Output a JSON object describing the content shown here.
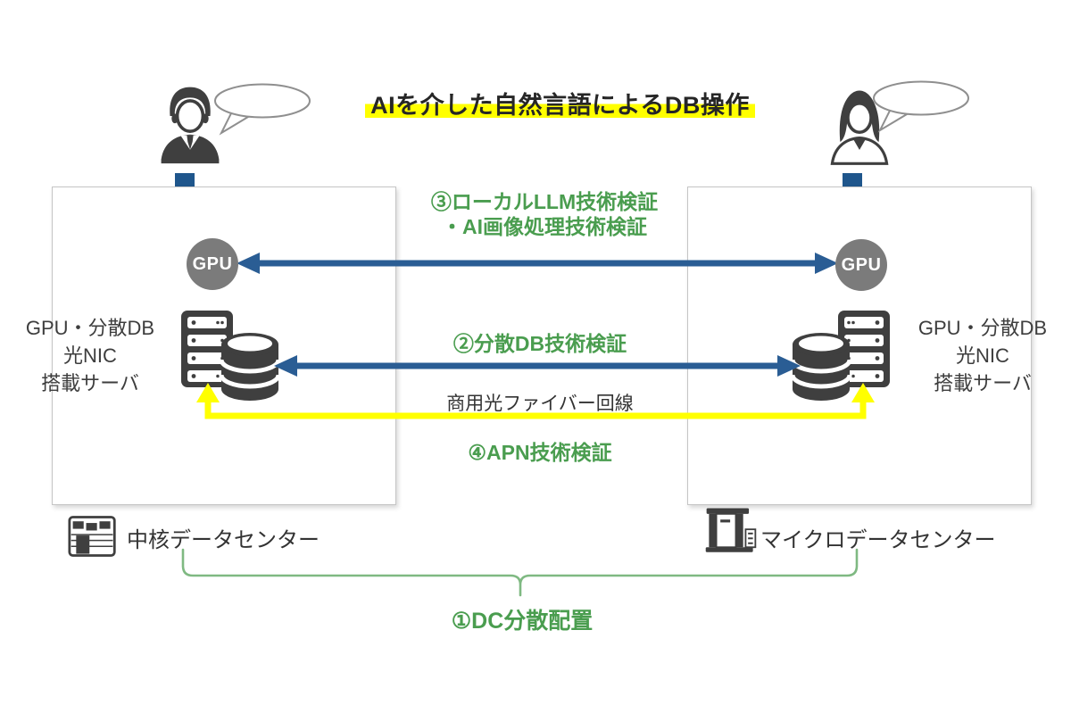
{
  "title": "AIを介した自然言語によるDB操作",
  "annotations": {
    "verification3_line1": "③ローカルLLM技術検証",
    "verification3_line2": "・AI画像処理技術検証",
    "verification2": "②分散DB技術検証",
    "fiber_line": "商用光ファイバー回線",
    "verification4": "④APN技術検証",
    "verification1": "①DC分散配置"
  },
  "left_site": {
    "gpu_badge": "GPU",
    "server_label_line1": "GPU・分散DB",
    "server_label_line2": "光NIC",
    "server_label_line3": "搭載サーバ",
    "datacenter_label": "中核データセンター"
  },
  "right_site": {
    "gpu_badge": "GPU",
    "server_label_line1": "GPU・分散DB",
    "server_label_line2": "光NIC",
    "server_label_line3": "搭載サーバ",
    "datacenter_label": "マイクロデータセンター"
  },
  "colors": {
    "green_text": "#4a9d4f",
    "brace_green": "#7fb982",
    "arrow_blue": "#2a5d94",
    "block_arrow_blue": "#1f568c",
    "fiber_yellow": "#ffff00",
    "highlight_yellow": "#ffff00",
    "gpu_gray": "#7b7b7b",
    "icon_dark": "#3f3f3f"
  }
}
